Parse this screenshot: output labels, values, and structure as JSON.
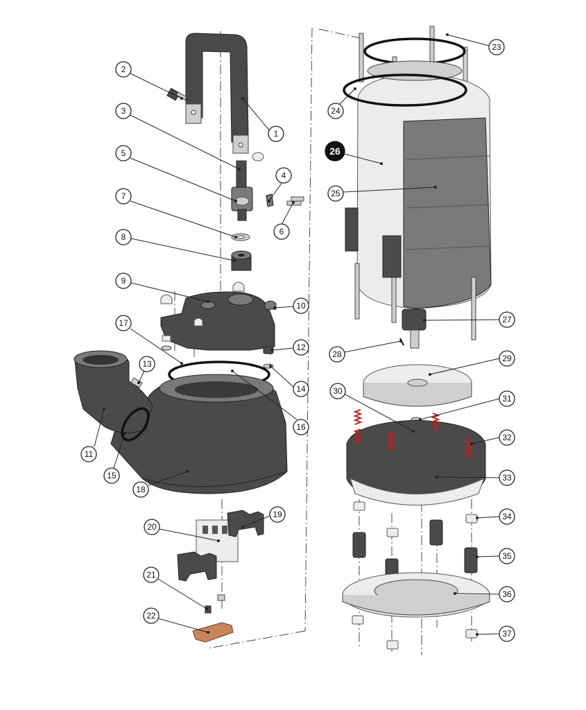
{
  "diagram": {
    "callouts": [
      "1",
      "2",
      "3",
      "4",
      "5",
      "6",
      "7",
      "8",
      "9",
      "10",
      "11",
      "12",
      "13",
      "14",
      "15",
      "16",
      "17",
      "18",
      "19",
      "20",
      "21",
      "22",
      "23",
      "24",
      "25",
      "26",
      "27",
      "28",
      "29",
      "30",
      "31",
      "32",
      "33",
      "34",
      "35",
      "36",
      "37"
    ],
    "highlighted_callout": "26"
  },
  "colors": {
    "callout_fill": "#ffffff",
    "highlighted_fill": "#111111",
    "spring_red": "#b8231f",
    "copper": "#c8845a"
  }
}
